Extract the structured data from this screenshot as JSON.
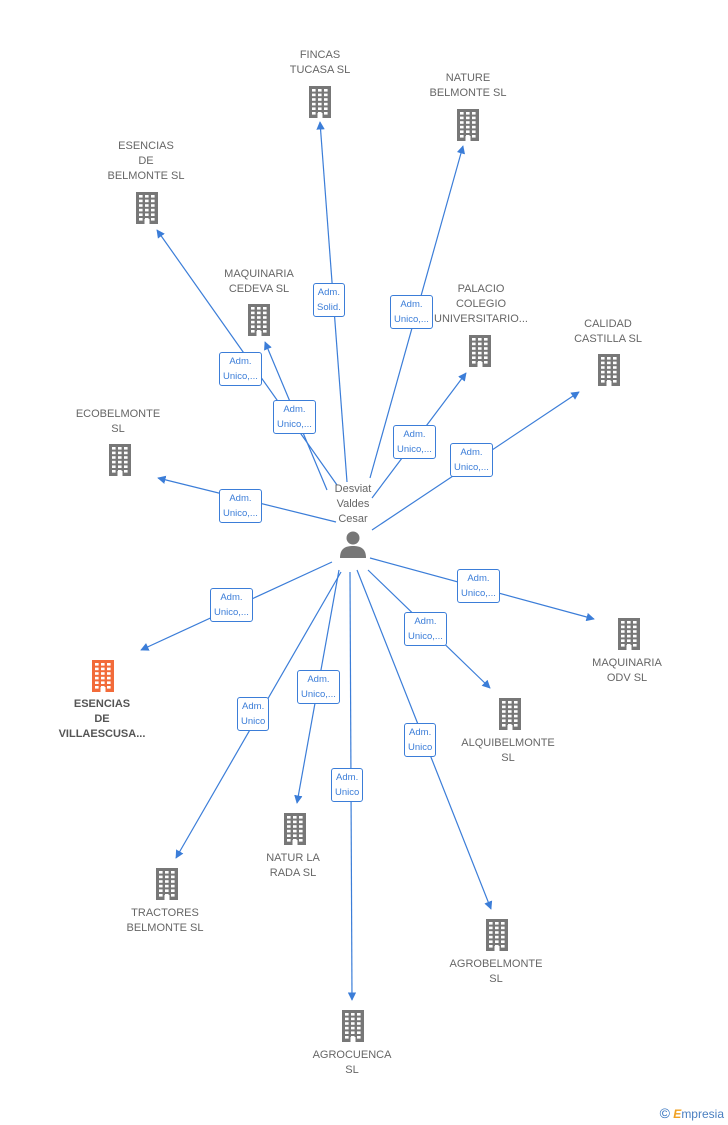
{
  "person": {
    "name": "Desviat\nValdes\nCesar",
    "icon": "person-icon"
  },
  "colors": {
    "edge": "#3b7dd8",
    "building": "#777777",
    "highlight": "#f26b3a"
  },
  "companies": [
    {
      "id": "fincas-tucasa",
      "label": "FINCAS\nTUCASA SL"
    },
    {
      "id": "nature-belmonte",
      "label": "NATURE\nBELMONTE SL"
    },
    {
      "id": "esencias-belmonte",
      "label": "ESENCIAS\nDE\nBELMONTE SL"
    },
    {
      "id": "maquinaria-cedeva",
      "label": "MAQUINARIA\nCEDEVA SL"
    },
    {
      "id": "palacio-colegio",
      "label": "PALACIO\nCOLEGIO\nUNIVERSITARIO..."
    },
    {
      "id": "calidad-castilla",
      "label": "CALIDAD\nCASTILLA SL"
    },
    {
      "id": "ecobelmonte",
      "label": "ECOBELMONTE\nSL"
    },
    {
      "id": "esencias-villaescusa",
      "label": "ESENCIAS\nDE\nVILLAESCUSA..."
    },
    {
      "id": "maquinaria-odv",
      "label": "MAQUINARIA\nODV SL"
    },
    {
      "id": "alquibelmonte",
      "label": "ALQUIBELMONTE\nSL"
    },
    {
      "id": "natur-la-rada",
      "label": "NATUR LA\nRADA SL"
    },
    {
      "id": "tractores-belmonte",
      "label": "TRACTORES\nBELMONTE SL"
    },
    {
      "id": "agrobelmonte",
      "label": "AGROBELMONTE\nSL"
    },
    {
      "id": "agrocuenca",
      "label": "AGROCUENCA\nSL"
    }
  ],
  "relations": [
    {
      "to": "fincas-tucasa",
      "label": "Adm.\nSolid."
    },
    {
      "to": "nature-belmonte",
      "label": "Adm.\nUnico,..."
    },
    {
      "to": "esencias-belmonte",
      "label": "Adm.\nUnico,..."
    },
    {
      "to": "maquinaria-cedeva",
      "label": "Adm.\nUnico,..."
    },
    {
      "to": "palacio-colegio",
      "label": "Adm.\nUnico,..."
    },
    {
      "to": "calidad-castilla",
      "label": "Adm.\nUnico,..."
    },
    {
      "to": "ecobelmonte",
      "label": "Adm.\nUnico,..."
    },
    {
      "to": "esencias-villaescusa",
      "label": "Adm.\nUnico,..."
    },
    {
      "to": "maquinaria-odv",
      "label": "Adm.\nUnico,..."
    },
    {
      "to": "alquibelmonte",
      "label": "Adm.\nUnico,..."
    },
    {
      "to": "natur-la-rada",
      "label": "Adm.\nUnico,..."
    },
    {
      "to": "tractores-belmonte",
      "label": "Adm.\nUnico"
    },
    {
      "to": "agrobelmonte",
      "label": "Adm.\nUnico"
    },
    {
      "to": "agrocuenca",
      "label": "Adm.\nUnico"
    }
  ],
  "watermark": {
    "symbol": "©",
    "brand_initial": "E",
    "brand_rest": "mpresia"
  }
}
